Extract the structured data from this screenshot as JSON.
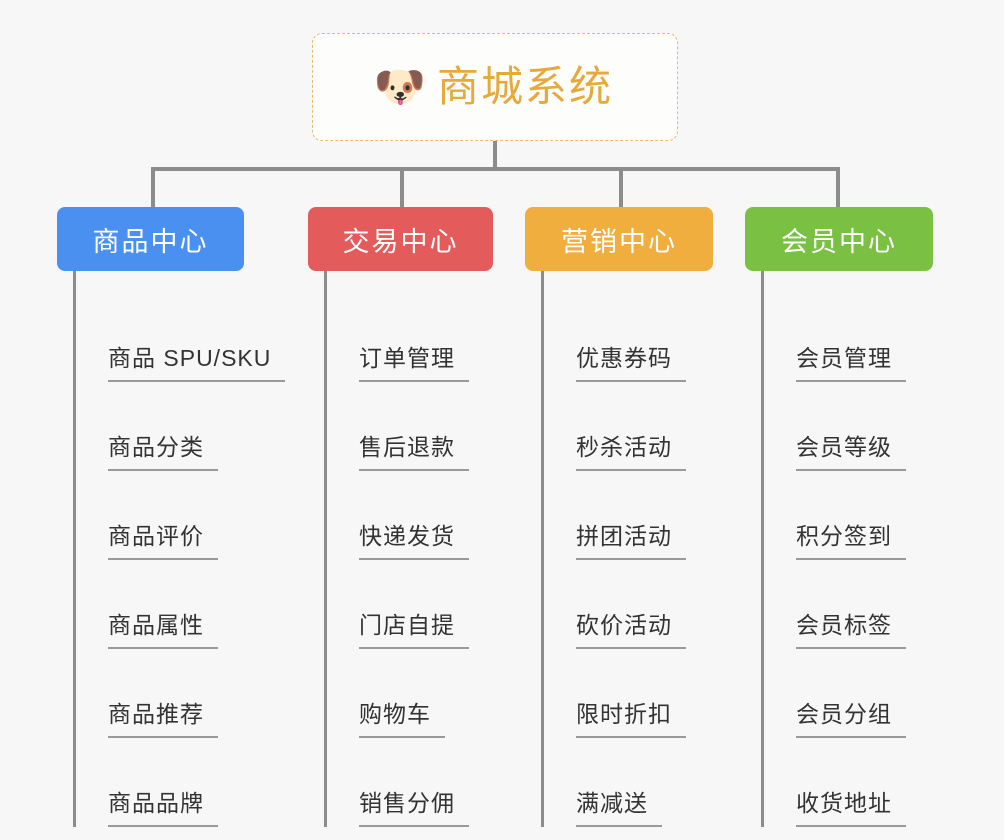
{
  "diagram": {
    "type": "mindmap",
    "background_color": "#f7f7f7",
    "root": {
      "icon": "shiba-dog-face-icon",
      "emoji": "🐶",
      "title": "商城系统",
      "text_color": "#e5a93c",
      "border_style": "dashed",
      "border_color": "#e8b96a"
    },
    "branches": [
      {
        "title": "商品中心",
        "color": "#4a90f0",
        "items": [
          "商品 SPU/SKU",
          "商品分类",
          "商品评价",
          "商品属性",
          "商品推荐",
          "商品品牌"
        ]
      },
      {
        "title": "交易中心",
        "color": "#e35b5b",
        "items": [
          "订单管理",
          "售后退款",
          "快递发货",
          "门店自提",
          "购物车",
          "销售分佣"
        ]
      },
      {
        "title": "营销中心",
        "color": "#efae3e",
        "items": [
          "优惠券码",
          "秒杀活动",
          "拼团活动",
          "砍价活动",
          "限时折扣",
          "满减送"
        ]
      },
      {
        "title": "会员中心",
        "color": "#7ac143",
        "items": [
          "会员管理",
          "会员等级",
          "积分签到",
          "会员标签",
          "会员分组",
          "收货地址"
        ]
      }
    ]
  }
}
